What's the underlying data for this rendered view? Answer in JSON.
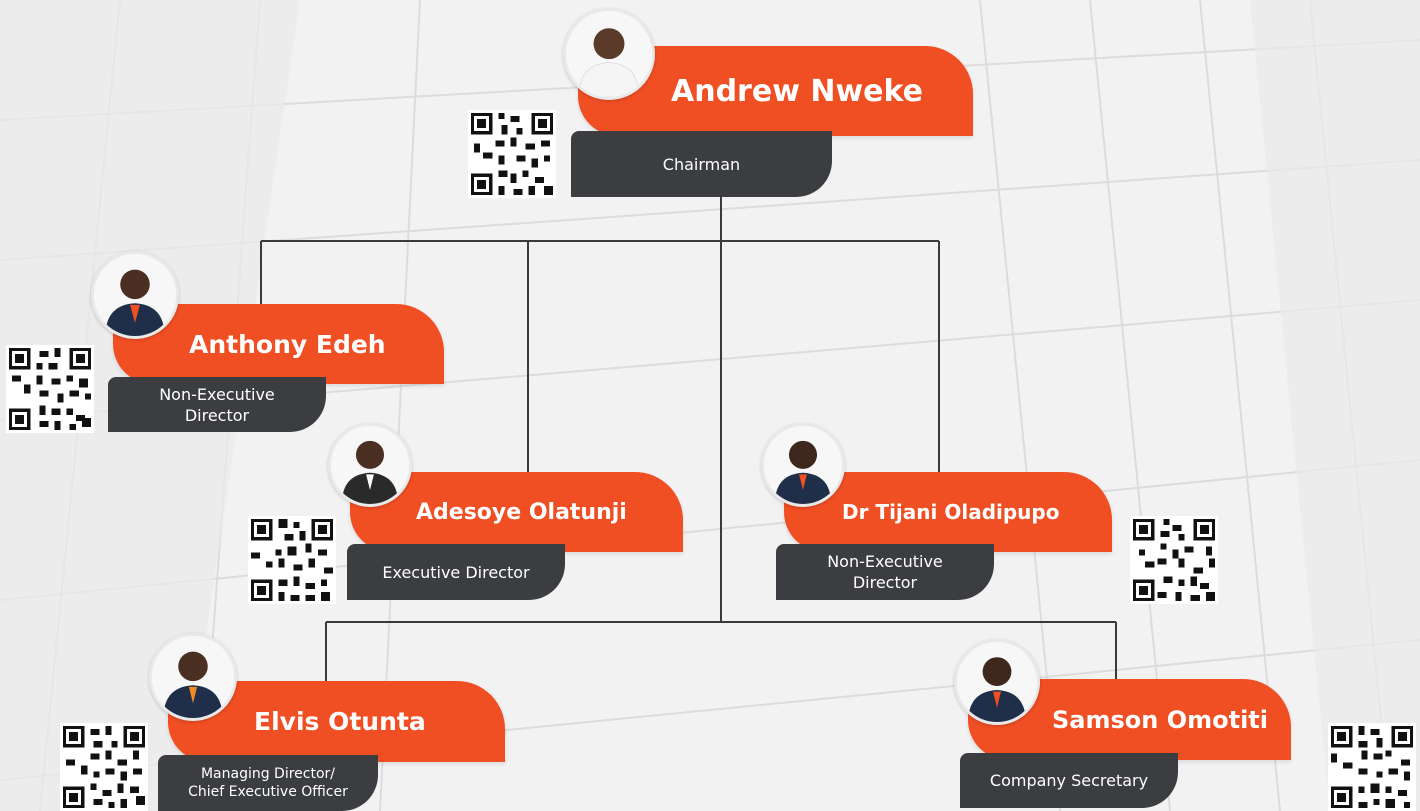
{
  "chairman": {
    "name": "Andrew Nweke",
    "title_lines": [
      "Chairman"
    ],
    "avatar_icon": "person-photo-icon",
    "qr_icon": "qr-code-icon"
  },
  "directors": [
    {
      "name": "Anthony Edeh",
      "title_lines": [
        "Non-Executive",
        "Director"
      ],
      "avatar_icon": "person-photo-icon",
      "qr_icon": "qr-code-icon"
    },
    {
      "name": "Adesoye Olatunji",
      "title_lines": [
        "Executive Director"
      ],
      "avatar_icon": "person-photo-icon",
      "qr_icon": "qr-code-icon"
    },
    {
      "name": "Dr Tijani Oladipupo",
      "title_lines": [
        "Non-Executive",
        "Director"
      ],
      "avatar_icon": "person-photo-icon",
      "qr_icon": "qr-code-icon"
    }
  ],
  "executives": [
    {
      "name": "Elvis Otunta",
      "title_lines": [
        "Managing Director/",
        "Chief Executive Officer"
      ],
      "avatar_icon": "person-photo-icon",
      "qr_icon": "qr-code-icon"
    },
    {
      "name": "Samson Omotiti",
      "title_lines": [
        "Company Secretary"
      ],
      "avatar_icon": "person-photo-icon",
      "qr_icon": "qr-code-icon"
    }
  ],
  "colors": {
    "name_bar": "#f04e23",
    "title_bar": "#3b3d40",
    "connector": "#3a3a3a",
    "background": "#f3f3f3"
  }
}
